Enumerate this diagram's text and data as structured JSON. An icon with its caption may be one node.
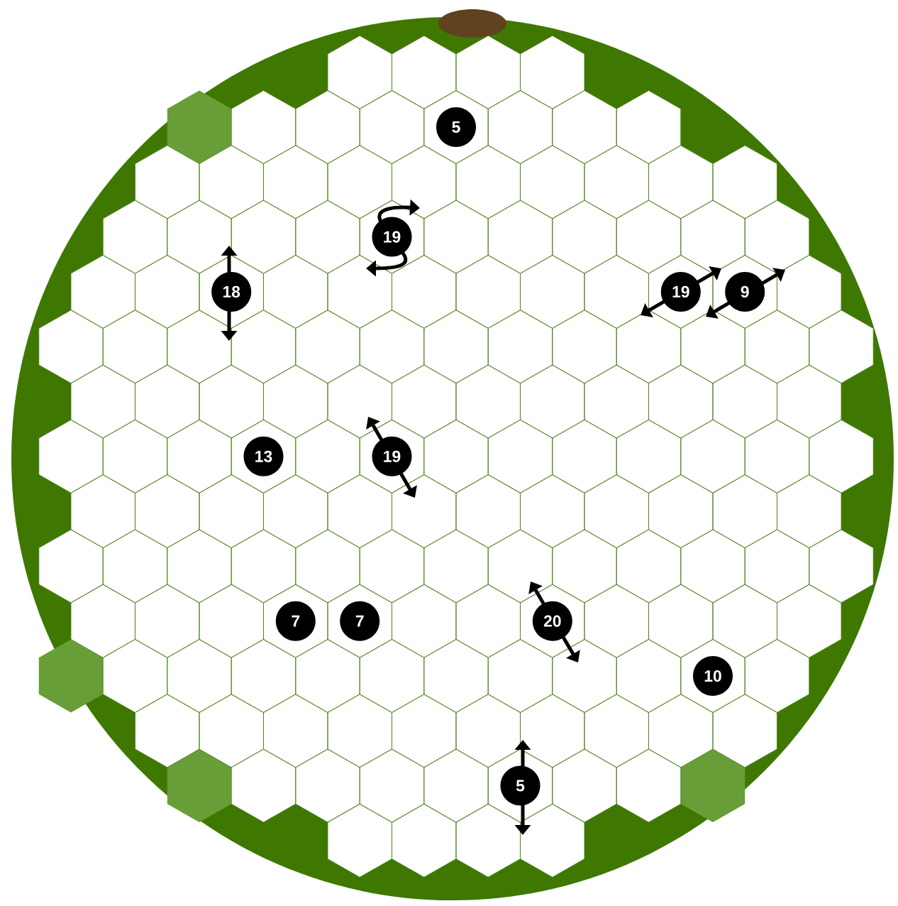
{
  "diagram": {
    "nodes": [
      {
        "text": [
          "5"
        ]
      },
      {
        "text": [
          "19"
        ]
      },
      {
        "text": [
          "18"
        ]
      },
      {
        "text": [
          "19"
        ]
      },
      {
        "text": [
          "9"
        ]
      },
      {
        "text": [
          "13"
        ]
      },
      {
        "text": [
          "19"
        ]
      },
      {
        "text": [
          "7"
        ]
      },
      {
        "text": [
          "7"
        ]
      },
      {
        "text": [
          "20"
        ]
      },
      {
        "text": [
          "10"
        ]
      },
      {
        "text": [
          "5"
        ]
      }
    ]
  }
}
